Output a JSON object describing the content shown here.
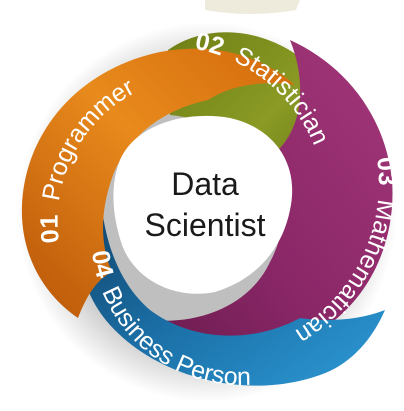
{
  "center": {
    "line1": "Data",
    "line2": "Scientist"
  },
  "segments": [
    {
      "number": "01",
      "label": "Programmer",
      "color": "#e37a10"
    },
    {
      "number": "02",
      "label": "Statistician",
      "color": "#7b8a1c"
    },
    {
      "number": "03",
      "label": "Mathematician",
      "color": "#8e2a6a"
    },
    {
      "number": "04",
      "label": "Business Person",
      "color": "#1f7fb8"
    }
  ]
}
